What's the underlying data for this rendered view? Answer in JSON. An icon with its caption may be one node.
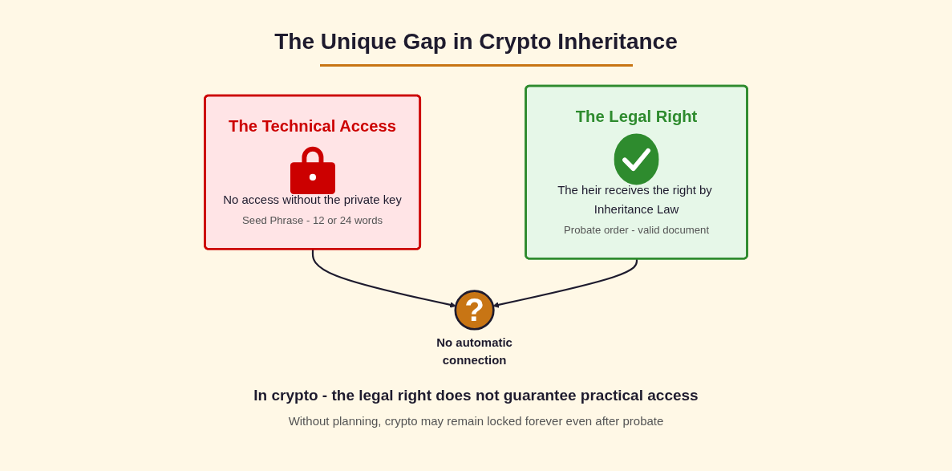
{
  "diagram": {
    "title": "The Unique Gap in Crypto Inheritance",
    "nodes": [
      {
        "text": [
          "The Technical Access",
          "No access without the private key",
          "Seed Phrase - 12 or 24 words"
        ]
      },
      {
        "text": [
          "?"
        ],
        "beside": [
          "No automatic connection"
        ]
      },
      {
        "text": [
          "The Legal Right",
          "The heir receives the right by Inheritance Law",
          "Probate order - valid document"
        ]
      }
    ],
    "edges": [
      {
        "from": 0,
        "to": 1,
        "arrow": "to"
      },
      {
        "from": 2,
        "to": 1,
        "arrow": "to"
      }
    ],
    "labels": [
      "In crypto - the legal right does not guarantee practical access",
      "Without planning, crypto may remain locked forever even after probate"
    ]
  }
}
